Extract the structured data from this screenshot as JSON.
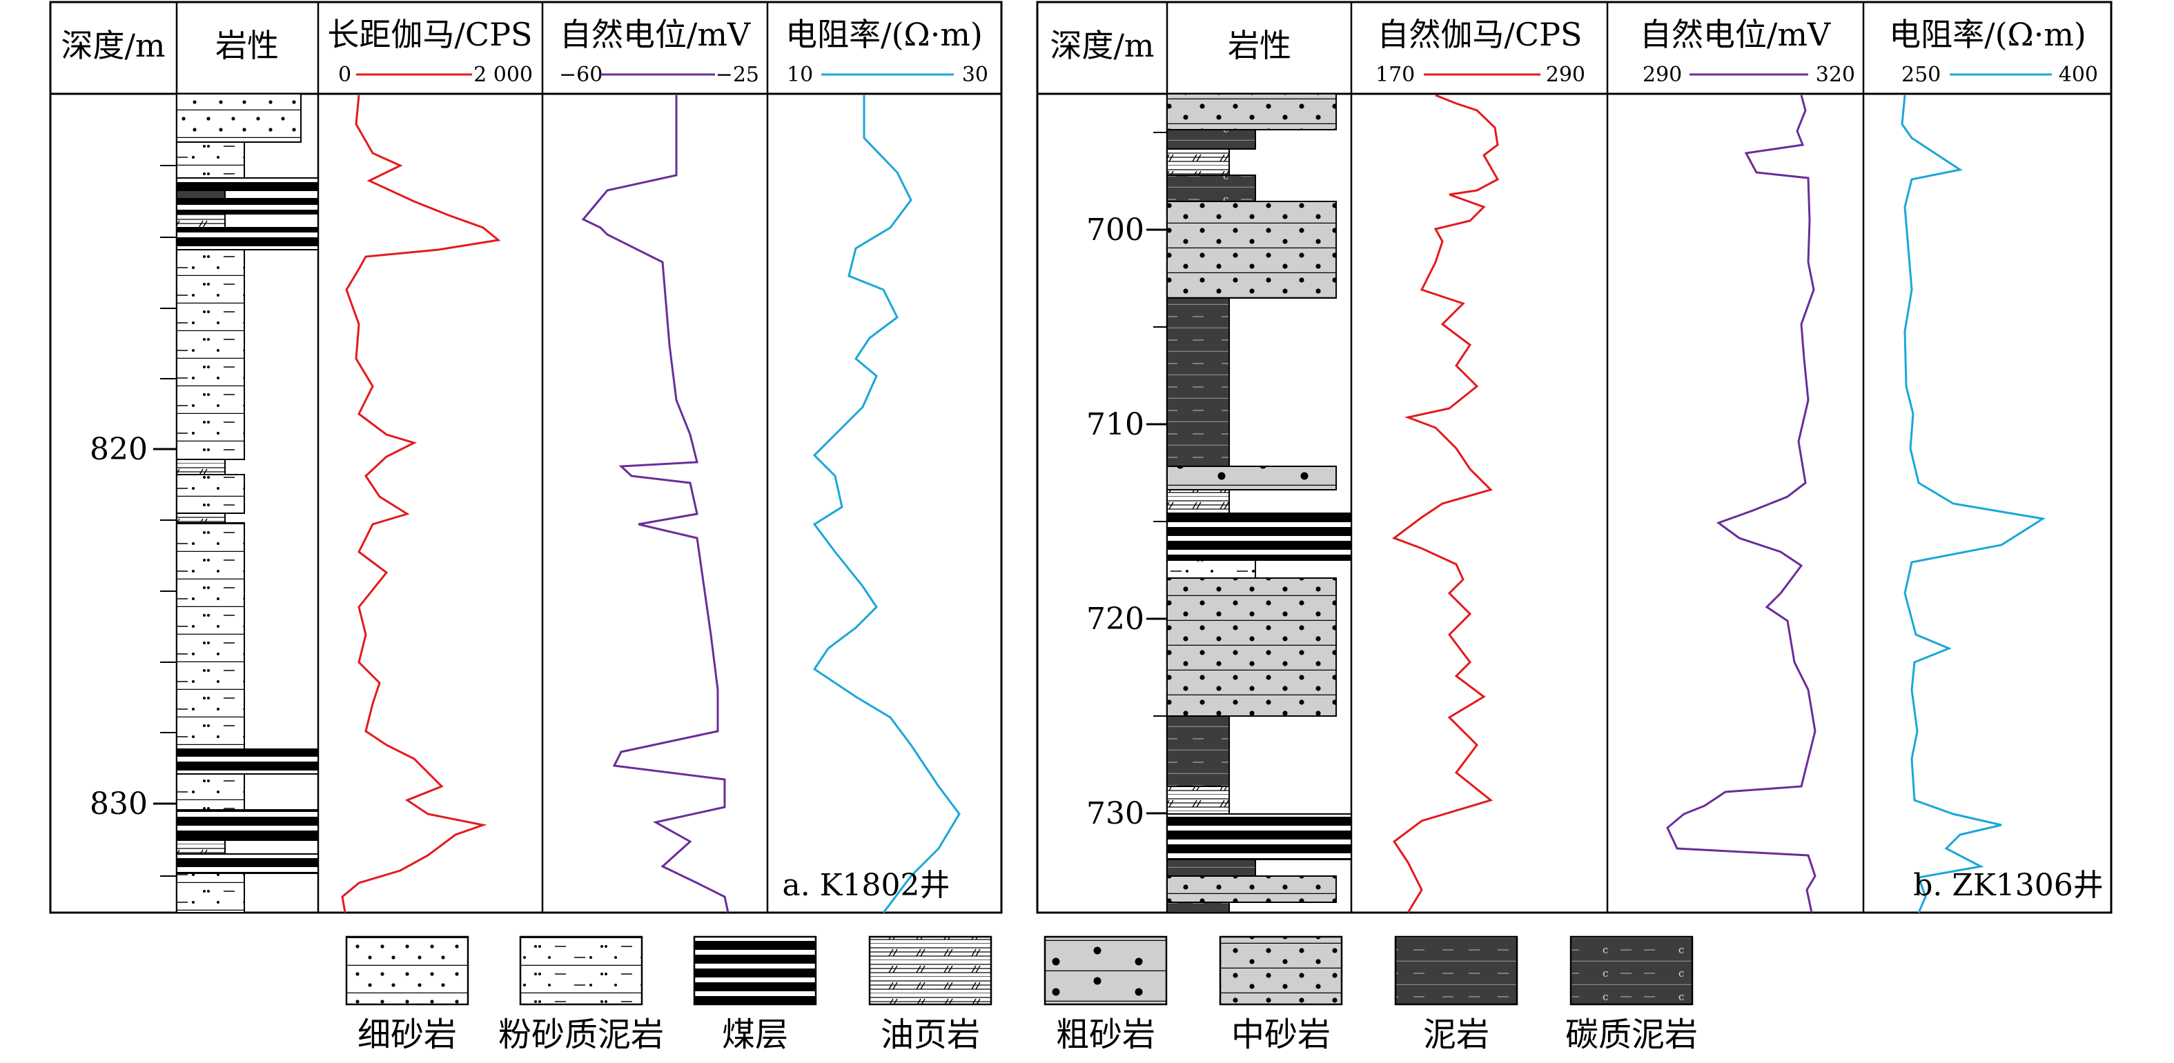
{
  "panels": [
    {
      "id": "a",
      "headers": {
        "depth": "深度/m",
        "lith": "岩性",
        "c1": "长距伽马/CPS",
        "c2": "自然电位/mV",
        "c3": "电阻率/(Ω·m)"
      },
      "scales": {
        "c1_min": "0",
        "c1_max": "2 000",
        "c2_min": "−60",
        "c2_max": "−25",
        "c3_min": "10",
        "c3_max": "30"
      },
      "depth_labels": [
        "820",
        "830"
      ],
      "label": "a. K1802井"
    },
    {
      "id": "b",
      "headers": {
        "depth": "深度/m",
        "lith": "岩性",
        "c1": "自然伽马/CPS",
        "c2": "自然电位/mV",
        "c3": "电阻率/(Ω·m)"
      },
      "scales": {
        "c1_min": "170",
        "c1_max": "290",
        "c2_min": "290",
        "c2_max": "320",
        "c3_min": "250",
        "c3_max": "400"
      },
      "depth_labels": [
        "700",
        "710",
        "720",
        "730"
      ],
      "label": "b. ZK1306井"
    }
  ],
  "legend": [
    {
      "key": "fine_sand",
      "label": "细砂岩"
    },
    {
      "key": "silty_mud",
      "label": "粉砂质泥岩"
    },
    {
      "key": "coal",
      "label": "煤层"
    },
    {
      "key": "oil_shale",
      "label": "油页岩"
    },
    {
      "key": "coarse_sand",
      "label": "粗砂岩"
    },
    {
      "key": "medium_sand",
      "label": "中砂岩"
    },
    {
      "key": "mudstone",
      "label": "泥岩"
    },
    {
      "key": "carb_mud",
      "label": "碳质泥岩"
    }
  ],
  "colors": {
    "gamma": "#e41a1c",
    "sp": "#6a2c9a",
    "res": "#1aa7d8"
  }
}
